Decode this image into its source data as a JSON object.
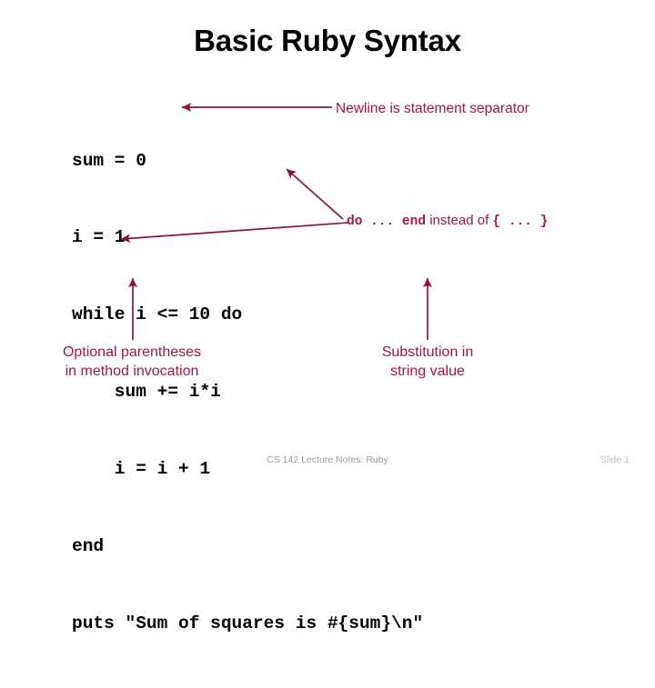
{
  "slide": {
    "title": "Basic Ruby Syntax",
    "background_color": "#FFFFFF",
    "accent_color": "#A4154C",
    "text_color": "#000000"
  },
  "code": {
    "language": "ruby",
    "lines": [
      "sum = 0",
      "i = 1",
      "while i <= 10 do",
      "    sum += i*i",
      "    i = i + 1",
      "end",
      "puts \"Sum of squares is #{sum}\\n\""
    ]
  },
  "annotations": {
    "newline": {
      "text": "Newline is statement separator"
    },
    "do_end": {
      "part1": "do",
      "part2": " ... ",
      "part3": "end",
      "part4": " instead of ",
      "part5": "{ ... }"
    },
    "optional_parens": {
      "line1": "Optional parentheses",
      "line2": "in method invocation"
    },
    "substitution": {
      "line1": "Substitution in",
      "line2": "string value"
    }
  },
  "footer": {
    "note": "CS 142 Lecture Notes: Ruby",
    "slide_number": "Slide 1"
  }
}
